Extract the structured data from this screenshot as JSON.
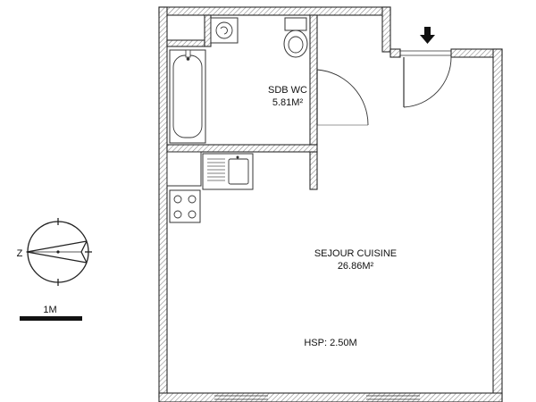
{
  "rooms": {
    "bathroom": {
      "name": "SDB WC",
      "area": "5.81M²"
    },
    "living": {
      "name": "SEJOUR CUISINE",
      "area": "26.86M²"
    }
  },
  "ceiling_height": "HSP: 2.50M",
  "compass": {
    "letter": "Z"
  },
  "scale_bar": {
    "label": "1M"
  },
  "colors": {
    "wall_stroke": "#2a2a2a",
    "hatch": "#8a8a8a",
    "line": "#333333"
  }
}
